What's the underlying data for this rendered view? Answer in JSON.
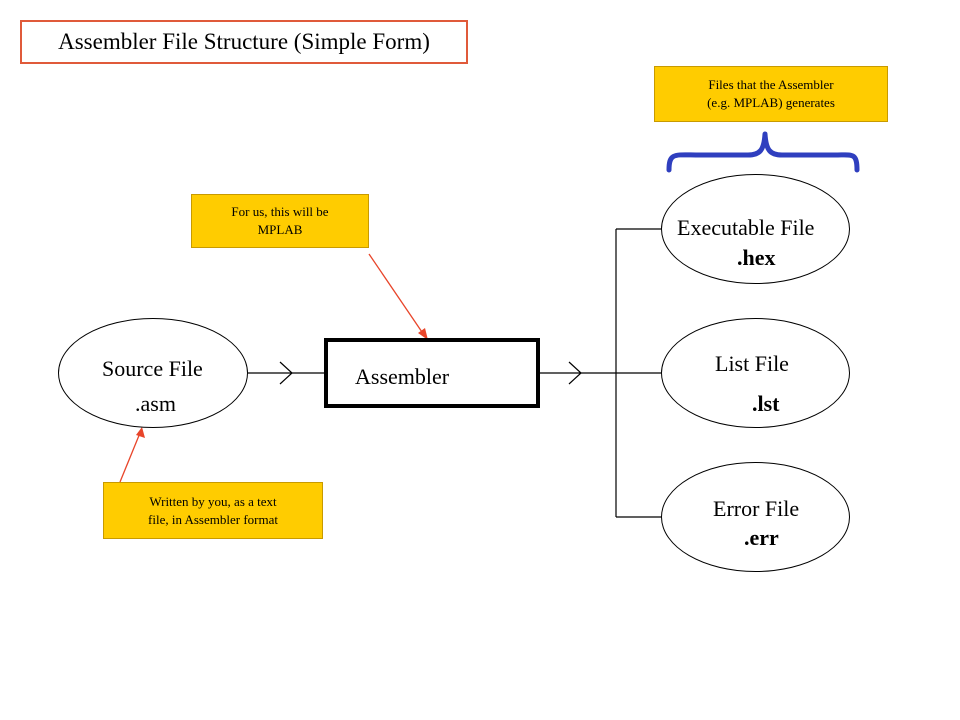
{
  "title": "Assembler File Structure (Simple Form)",
  "notes": {
    "generates": [
      "Files that the Assembler",
      "(e.g. MPLAB) generates"
    ],
    "mplab": [
      "For us, this will be",
      "MPLAB"
    ],
    "written": [
      "Written by you, as a text",
      "file, in Assembler format"
    ]
  },
  "source": {
    "label": "Source File",
    "ext": ".asm"
  },
  "assembler": {
    "label": "Assembler"
  },
  "outputs": {
    "executable": {
      "label": "Executable File",
      "ext": ".hex"
    },
    "list": {
      "label": "List File",
      "ext": ".lst"
    },
    "error": {
      "label": "Error File",
      "ext": ".err"
    }
  },
  "colors": {
    "note_fill": "#ffcc00",
    "title_border": "#e05a3a",
    "annotation_arrow": "#e8452a",
    "brace": "#2f3fbf"
  }
}
